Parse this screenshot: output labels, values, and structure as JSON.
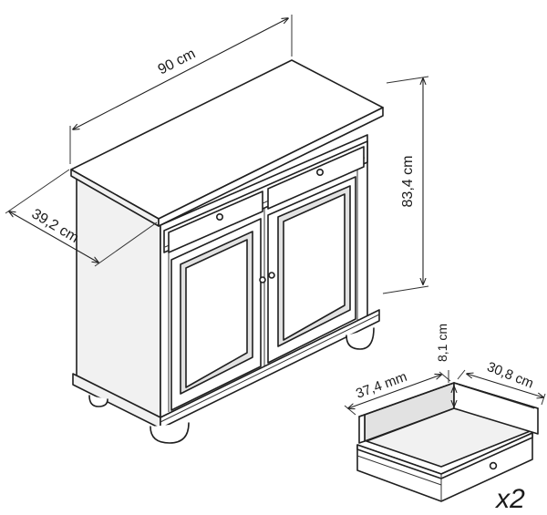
{
  "dimensions": {
    "width": "90 cm",
    "height": "83,4 cm",
    "depth": "39,2 cm"
  },
  "drawer": {
    "front_height": "37,4 mm",
    "inner_height": "8,1 cm",
    "inner_depth": "30,8 cm",
    "quantity": "x2"
  }
}
